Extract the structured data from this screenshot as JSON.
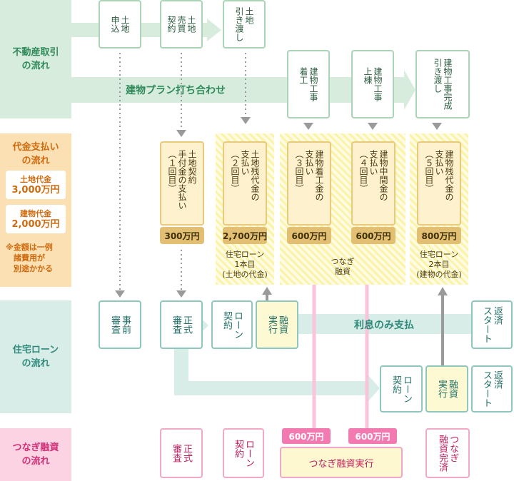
{
  "rows": {
    "real_estate": "不動産取引\nの流れ",
    "payment": "代金支払い\nの流れ",
    "mortgage": "住宅ローン\nの流れ",
    "bridge": "つなぎ融資\nの流れ"
  },
  "prices": {
    "land_label": "土地代金",
    "land_value": "3,000万円",
    "building_label": "建物代金",
    "building_value": "2,000万円",
    "note": "※金額は一例\n　諸費用が\n　別途かかる"
  },
  "real_estate_steps": {
    "land_application": "土地\n申込",
    "sale_contract": "土地\n売買\n契約",
    "land_handover": "土地\n引き渡し",
    "plan_meeting": "建物プラン打ち合わせ",
    "construction_start": "建物工事\n着工",
    "framing": "建物工事\n上棟",
    "completion": "建物工事完成\n引き渡し"
  },
  "payments": [
    {
      "text": "土地契約\n手付金の支払い\n（１回目）",
      "amount": "300万円"
    },
    {
      "text": "土地残代金の\n支払い\n（２回目）",
      "amount": "2,700万円",
      "caption": "住宅ローン\n1本目\n(土地の代金)"
    },
    {
      "text": "建物着工金の\n支払い\n（３回目）",
      "amount": "600万円"
    },
    {
      "text": "建物中間金の\n支払い\n（４回目）",
      "amount": "600万円"
    },
    {
      "text": "建物残代金の\n支払い\n（５回目）",
      "amount": "800万円",
      "caption": "住宅ローン\n2本目\n(建物の代金)"
    }
  ],
  "bridge_caption": "つなぎ\n融資",
  "mortgage_steps": {
    "pre_review": "事前\n審査",
    "formal_review": "正式\n審査",
    "loan_contract_1": "ローン\n契約",
    "execution_1": "融資\n実行",
    "interest_only": "利息のみ支払",
    "repayment_start_1": "返済\nスタート",
    "loan_contract_2": "ローン\n契約",
    "execution_2": "融資\n実行",
    "repayment_start_2": "返済\nスタート"
  },
  "bridge_steps": {
    "formal_review": "正式\n審査",
    "loan_contract": "ローン\n契約",
    "amount_1": "600万円",
    "amount_2": "600万円",
    "execution": "つなぎ融資実行",
    "completion": "つなぎ\n融資完済"
  },
  "colors": {
    "green": "#a9d4b5",
    "orange": "#fbe0b3",
    "teal": "#8dc7bd",
    "pink": "#f2a8c8",
    "gray_arrow": "#9a9a9a"
  }
}
